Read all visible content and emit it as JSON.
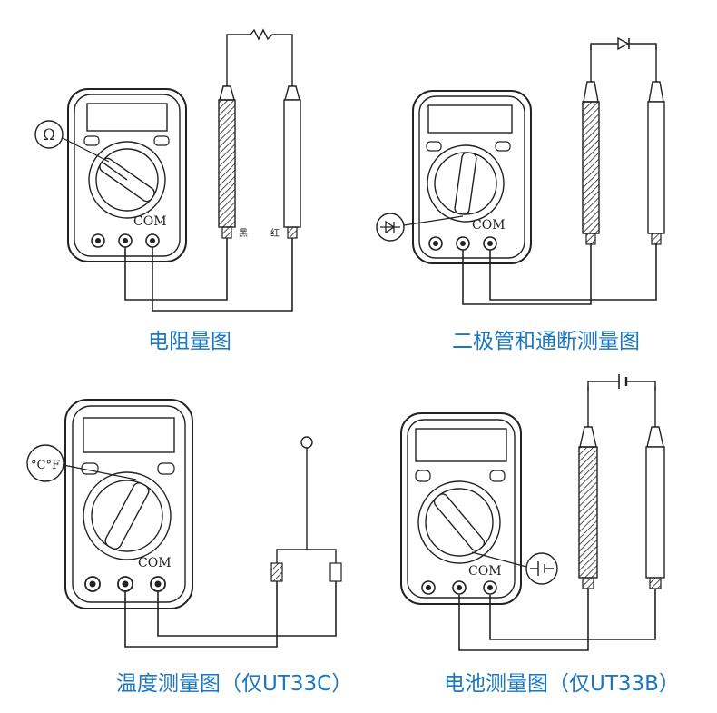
{
  "panels": [
    {
      "id": "resistance",
      "caption": "电阻量图",
      "com_label": "COM",
      "symbol": "Ω",
      "lead_labels": {
        "black": "黑",
        "red": "红"
      },
      "component": "resistor-icon"
    },
    {
      "id": "diode",
      "caption": "二极管和通断测量图",
      "com_label": "COM",
      "symbol": "diode",
      "component": "diode-icon"
    },
    {
      "id": "temperature",
      "caption": "温度测量图（仅UT33C）",
      "com_label": "COM",
      "symbol": "°C°F",
      "component": "thermocouple-probe-icon"
    },
    {
      "id": "battery",
      "caption": "电池测量图（仅UT33B）",
      "com_label": "COM",
      "symbol": "battery",
      "component": "battery-icon"
    }
  ],
  "colors": {
    "caption": "#1a78c2",
    "line": "#222222"
  }
}
